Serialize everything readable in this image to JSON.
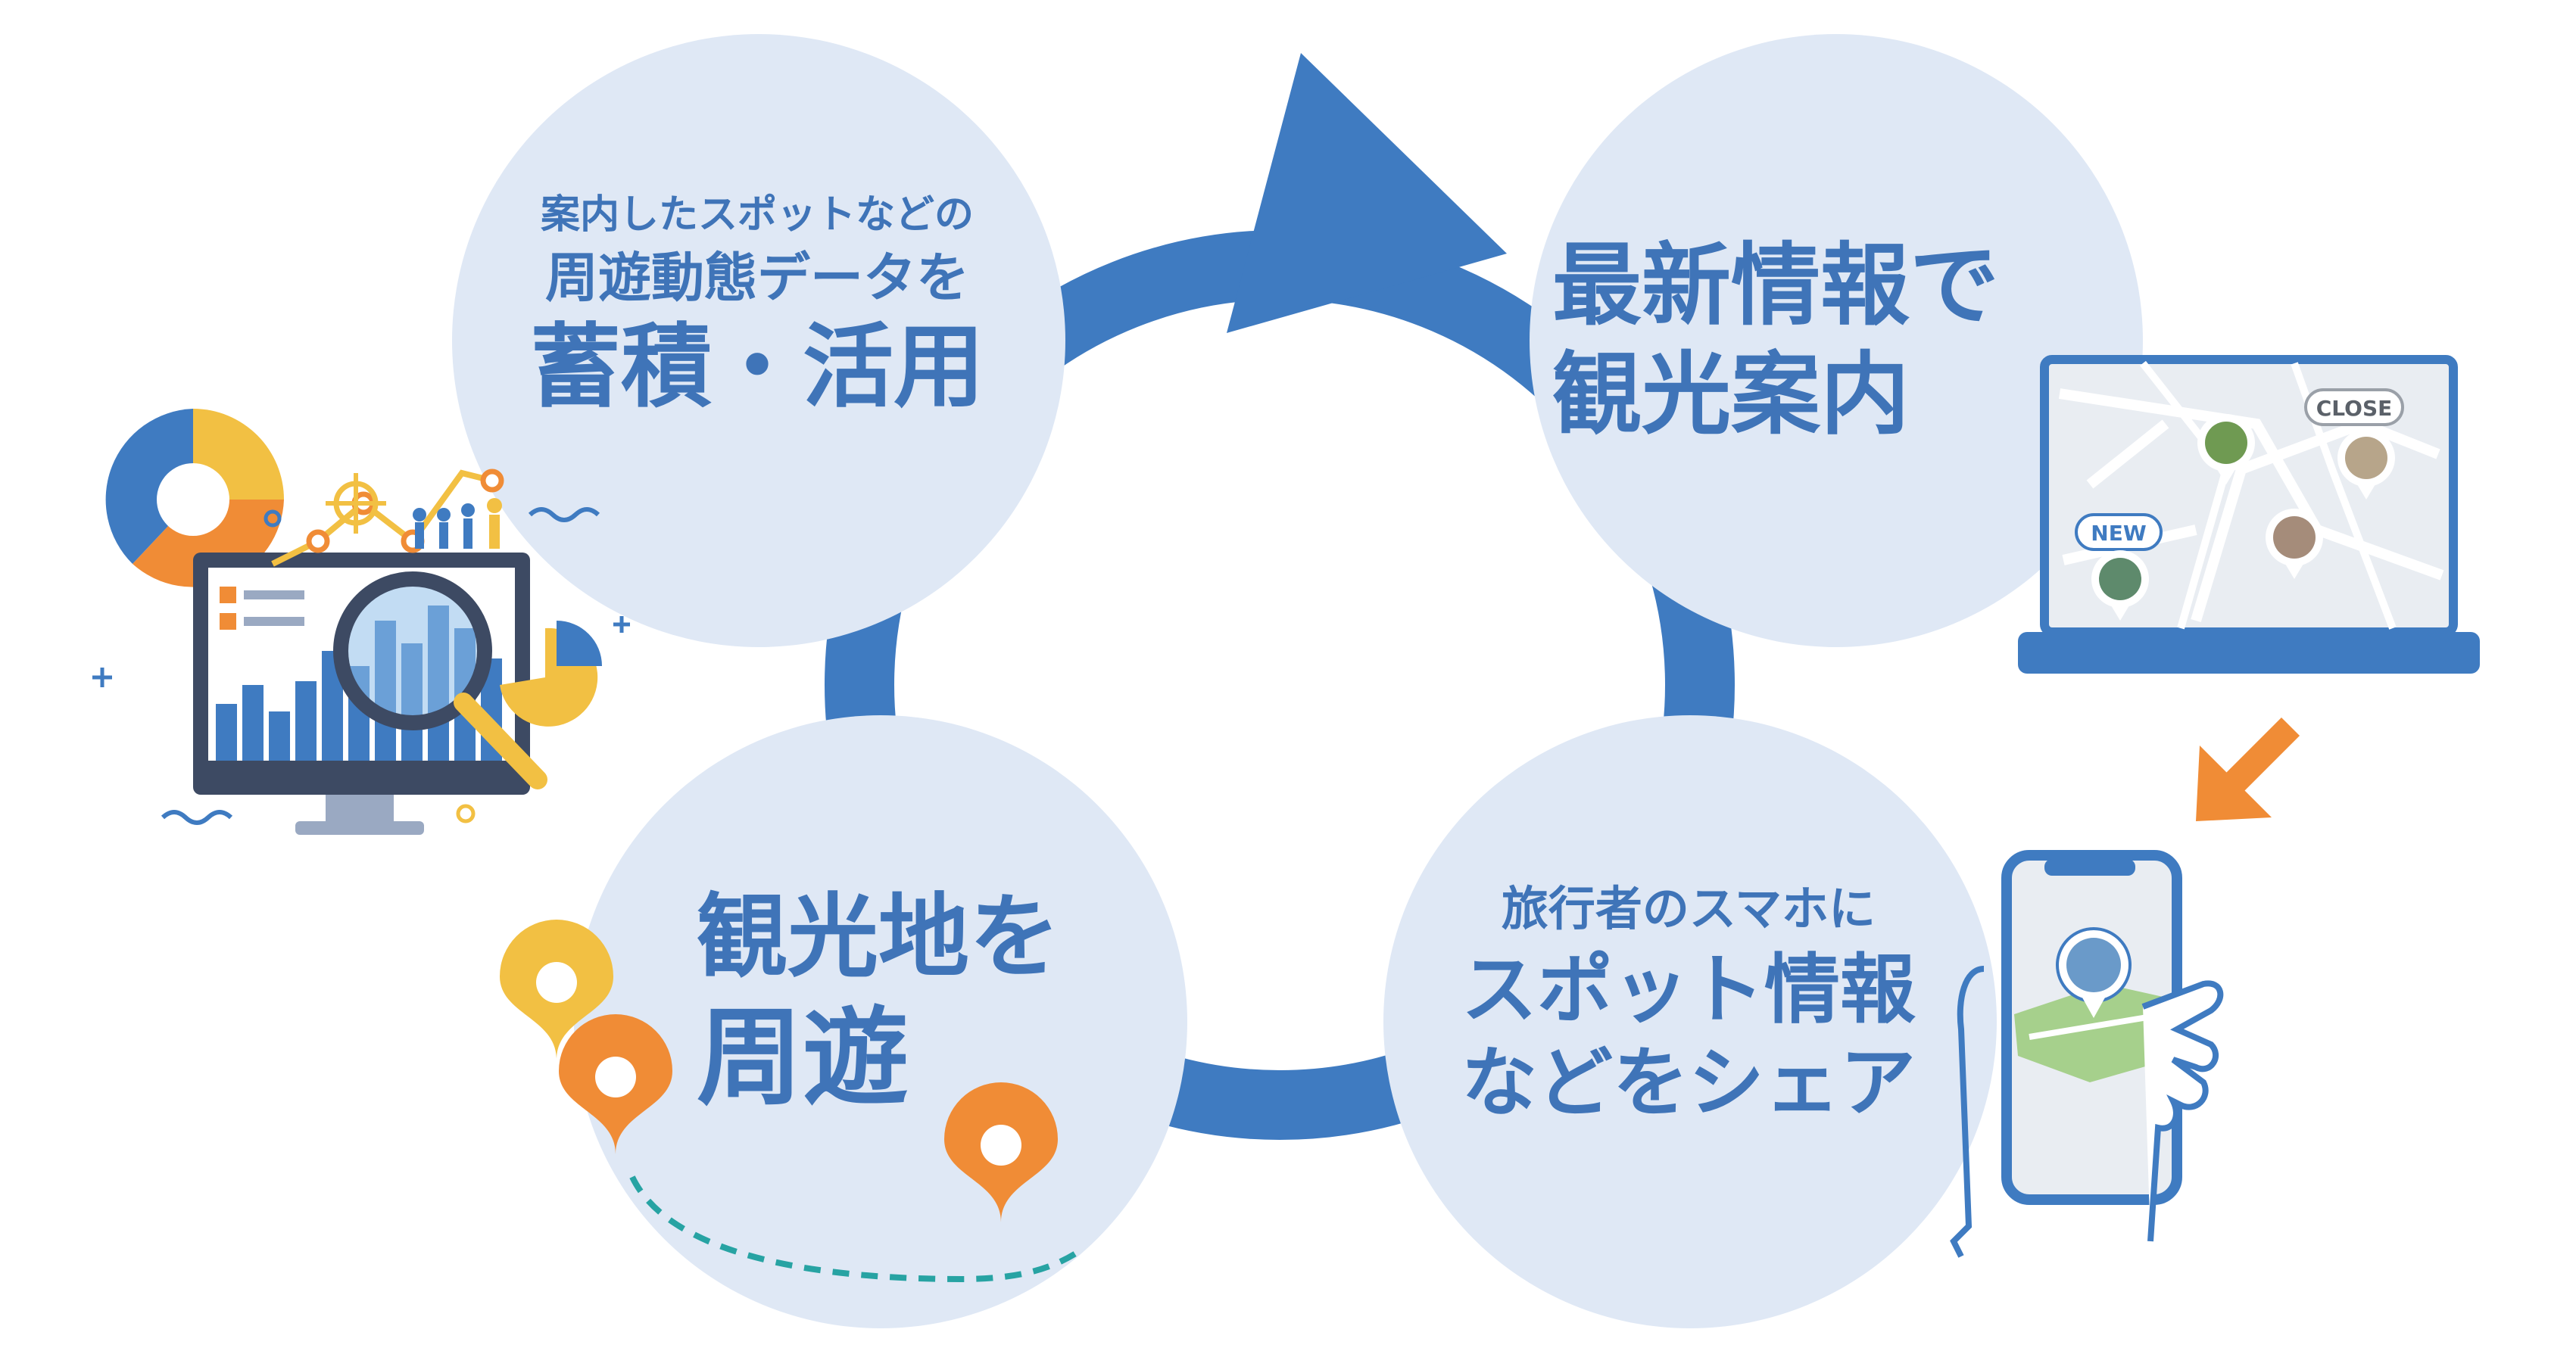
{
  "steps": {
    "data": {
      "line1": "案内したスポットなどの",
      "line2": "周遊動態データを",
      "line3": "蓄積・活用"
    },
    "guide": {
      "line1": "最新情報で",
      "line2": "観光案内"
    },
    "share": {
      "line1": "旅行者のスマホに",
      "line2": "スポット情報",
      "line3": "などをシェア"
    },
    "tour": {
      "line1": "観光地を",
      "line2": "周遊"
    }
  },
  "laptop": {
    "close_label": "CLOSE",
    "new_label": "NEW"
  },
  "colors": {
    "circle": "#dfe8f5",
    "accent": "#3f7bc1",
    "text": "#3f74b8",
    "orange": "#f08c36",
    "yellow": "#f2c043",
    "teal": "#27a3a3"
  }
}
